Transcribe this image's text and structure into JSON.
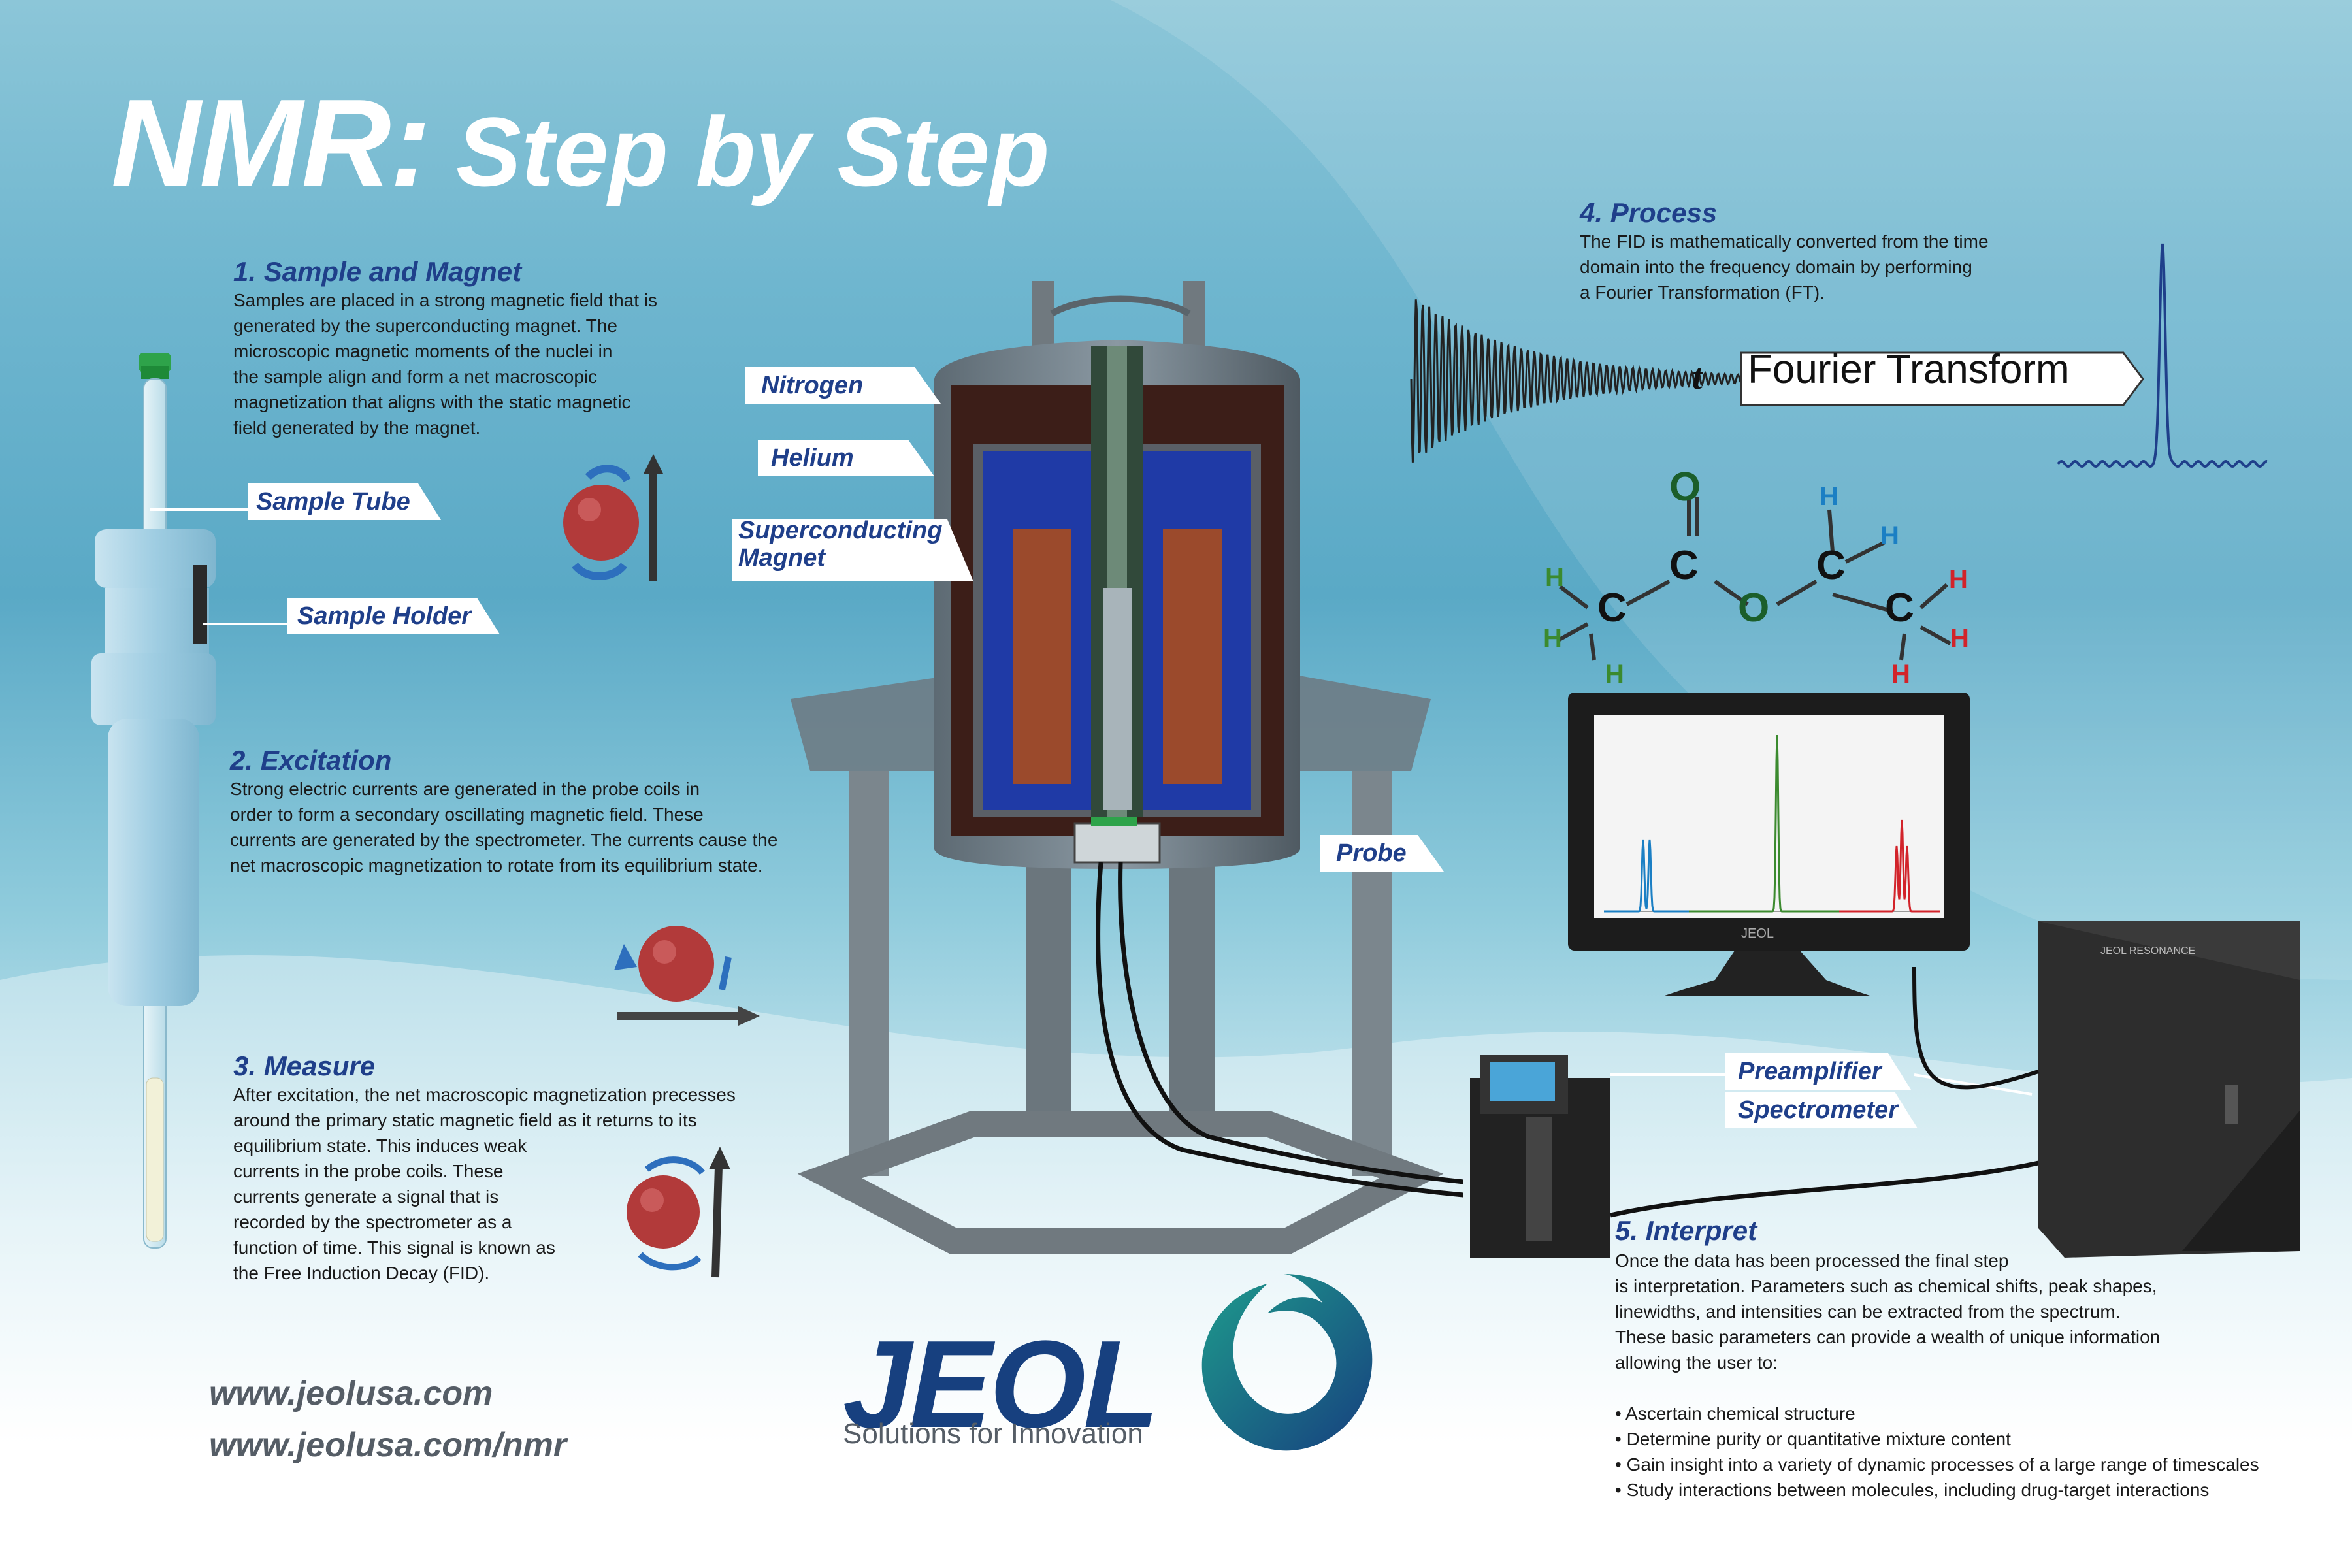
{
  "title": {
    "main": "NMR:",
    "sub": "Step by Step"
  },
  "steps": [
    {
      "heading": "1. Sample and Magnet",
      "lines": [
        "Samples are placed in a strong magnetic field that is",
        "generated by the superconducting magnet. The",
        "microscopic magnetic moments of the nuclei in",
        "the sample align and form a net macroscopic",
        "magnetization that aligns with the static magnetic",
        "field generated by the magnet."
      ]
    },
    {
      "heading": "2. Excitation",
      "lines": [
        "Strong electric currents are generated in the probe coils in",
        "order to form a secondary oscillating magnetic field. These",
        "currents are generated by the spectrometer. The currents cause the",
        "net macroscopic magnetization to rotate from its equilibrium state."
      ]
    },
    {
      "heading": "3. Measure",
      "lines": [
        "After excitation, the net macroscopic magnetization precesses",
        "around the primary static magnetic field as it returns to its",
        "equilibrium state.  This induces weak",
        "currents in the probe coils. These",
        "currents generate a signal that is",
        "recorded by the spectrometer as a",
        "function of time. This signal is known as",
        "the Free Induction Decay (FID)."
      ]
    },
    {
      "heading": "4. Process",
      "lines": [
        "The FID is mathematically converted from the time",
        "domain into the frequency domain by performing",
        "a Fourier Transformation (FT)."
      ]
    },
    {
      "heading": "5. Interpret",
      "lines": [
        "Once the data has been processed the final step",
        "is interpretation.  Parameters such as chemical shifts, peak shapes,",
        "linewidths, and intensities can be extracted from the spectrum.",
        "These basic parameters can provide a wealth of unique information",
        "allowing the user to:"
      ],
      "bullets": [
        "• Ascertain chemical structure",
        "• Determine purity or quantitative mixture content",
        "• Gain insight into a variety of dynamic processes of a large range of timescales",
        "• Study interactions between molecules, including drug-target interactions"
      ]
    }
  ],
  "labels": {
    "sample_tube": "Sample Tube",
    "sample_holder": "Sample Holder",
    "nitrogen": "Nitrogen",
    "helium": "Helium",
    "magnet_line1": "Superconducting",
    "magnet_line2": "Magnet",
    "probe": "Probe",
    "preamplifier": "Preamplifier",
    "spectrometer": "Spectrometer"
  },
  "fourier": {
    "t_symbol": "t",
    "label": "Fourier Transform"
  },
  "molecule": {
    "atoms": {
      "o_top": "O",
      "c_carbonyl": "C",
      "o_ester": "O",
      "c_left": "C",
      "c_right": "C",
      "c_end": "C",
      "h": "H"
    }
  },
  "devices": {
    "monitor_brand": "JEOL",
    "cabinet_brand": "JEOL RESONANCE"
  },
  "urls": [
    "www.jeolusa.com",
    "www.jeolusa.com/nmr"
  ],
  "logo": {
    "word": "JEOL",
    "tagline": "Solutions for Innovation"
  },
  "colors": {
    "heading": "#1f3f8a",
    "title": "#ffffff",
    "url": "#555d66",
    "h_green": "#3b8a2e",
    "h_blue": "#1b7fc4",
    "h_red": "#d2232a",
    "fid": "#222222",
    "spectrum": "#1f3f8a"
  }
}
